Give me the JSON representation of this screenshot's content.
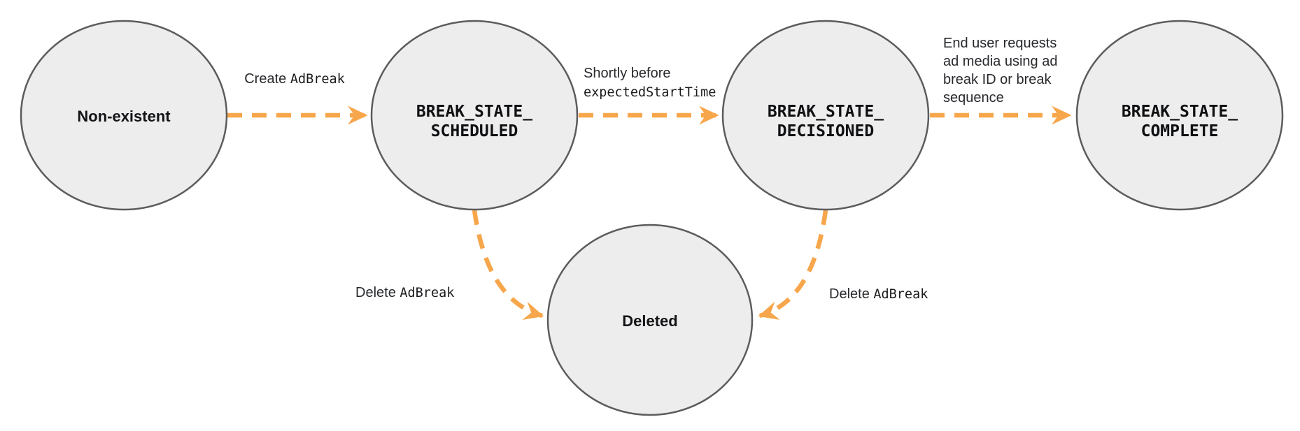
{
  "diagram": {
    "type": "state-transition-diagram",
    "subject": "Ad break lifecycle states",
    "colors": {
      "background": "#ffffff",
      "arrow_orange": "#F7A64B",
      "node_fill": "#EDEDEE",
      "node_border": "#5B5C5E",
      "text": "#202124"
    },
    "nodes": [
      {
        "id": "non-existent",
        "label": "Non-existent"
      },
      {
        "id": "break-state-scheduled",
        "label_line1": "BREAK_STATE_",
        "label_line2": "SCHEDULED"
      },
      {
        "id": "break-state-decisioned",
        "label_line1": "BREAK_STATE_",
        "label_line2": "DECISIONED"
      },
      {
        "id": "break-state-complete",
        "label_line1": "BREAK_STATE_",
        "label_line2": "COMPLETE"
      },
      {
        "id": "deleted",
        "label": "Deleted"
      }
    ],
    "edges": [
      {
        "from": "non-existent",
        "to": "break-state-scheduled",
        "label_plain": "Create ",
        "label_code": "AdBreak"
      },
      {
        "from": "break-state-scheduled",
        "to": "break-state-decisioned",
        "label_line1": "Shortly before",
        "label_line2_code": "expectedStartTime"
      },
      {
        "from": "break-state-decisioned",
        "to": "break-state-complete",
        "label_line1": "End user requests",
        "label_line2": "ad media using ad",
        "label_line3": "break ID or break",
        "label_line4": "sequence"
      },
      {
        "from": "break-state-scheduled",
        "to": "deleted",
        "label_plain": "Delete ",
        "label_code": "AdBreak"
      },
      {
        "from": "break-state-decisioned",
        "to": "deleted",
        "label_plain": "Delete ",
        "label_code": "AdBreak"
      }
    ]
  }
}
